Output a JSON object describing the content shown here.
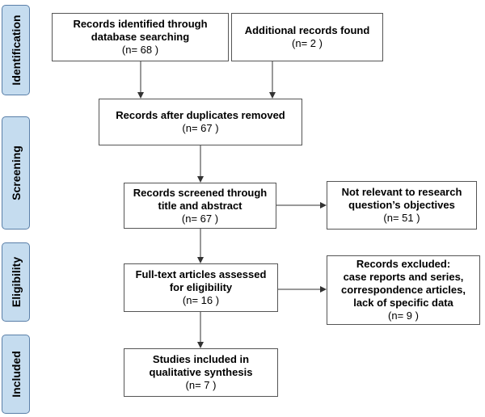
{
  "phases": {
    "identification": "Identification",
    "screening": "Screening",
    "eligibility": "Eligibility",
    "included": "Included"
  },
  "boxes": {
    "database_search": {
      "line1": "Records identified through",
      "line2": "database searching",
      "count": "(n= 68 )"
    },
    "additional_records": {
      "line1": "Additional records found",
      "count": "(n= 2 )"
    },
    "duplicates_removed": {
      "line1": "Records after duplicates removed",
      "count": "(n= 67 )"
    },
    "screened": {
      "line1": "Records screened through",
      "line2": "title and abstract",
      "count": "(n= 67 )"
    },
    "not_relevant": {
      "line1": "Not relevant to research",
      "line2": "question’s objectives",
      "count": "(n= 51 )"
    },
    "fulltext_assessed": {
      "line1": "Full-text articles assessed",
      "line2": "for eligibility",
      "count": "(n= 16 )"
    },
    "excluded": {
      "line1": "Records excluded:",
      "line2": "case reports and series,",
      "line3": "correspondence articles,",
      "line4": "lack of specific data",
      "count": "(n= 9 )"
    },
    "included": {
      "line1": "Studies included in",
      "line2": "qualitative synthesis",
      "count": "(n= 7 )"
    }
  },
  "colors": {
    "phase_fill": "#c5dcef",
    "phase_border": "#5a7fa8",
    "box_border": "#555555",
    "arrow": "#333333"
  }
}
